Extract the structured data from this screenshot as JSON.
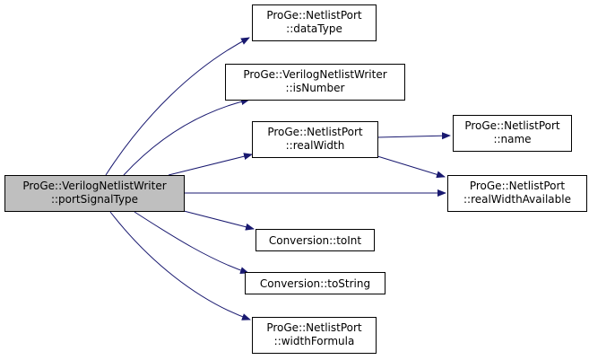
{
  "graph": {
    "colors": {
      "edge": "#191970",
      "node_border": "#000000",
      "node_fill": "#ffffff",
      "root_fill": "#bfbfbf",
      "background": "#ffffff"
    },
    "nodes": [
      {
        "id": "portSignalType",
        "line1": "ProGe::VerilogNetlistWriter",
        "line2": "::portSignalType",
        "root": true
      },
      {
        "id": "dataType",
        "line1": "ProGe::NetlistPort",
        "line2": "::dataType"
      },
      {
        "id": "isNumber",
        "line1": "ProGe::VerilogNetlistWriter",
        "line2": "::isNumber"
      },
      {
        "id": "realWidth",
        "line1": "ProGe::NetlistPort",
        "line2": "::realWidth"
      },
      {
        "id": "name",
        "line1": "ProGe::NetlistPort",
        "line2": "::name"
      },
      {
        "id": "realWidthAvailable",
        "line1": "ProGe::NetlistPort",
        "line2": "::realWidthAvailable"
      },
      {
        "id": "toInt",
        "line1": "Conversion::toInt",
        "line2": ""
      },
      {
        "id": "toString",
        "line1": "Conversion::toString",
        "line2": ""
      },
      {
        "id": "widthFormula",
        "line1": "ProGe::NetlistPort",
        "line2": "::widthFormula"
      }
    ],
    "edges": [
      {
        "from": "portSignalType",
        "to": "dataType"
      },
      {
        "from": "portSignalType",
        "to": "isNumber"
      },
      {
        "from": "portSignalType",
        "to": "realWidth"
      },
      {
        "from": "portSignalType",
        "to": "realWidthAvailable"
      },
      {
        "from": "portSignalType",
        "to": "toInt"
      },
      {
        "from": "portSignalType",
        "to": "toString"
      },
      {
        "from": "portSignalType",
        "to": "widthFormula"
      },
      {
        "from": "realWidth",
        "to": "name"
      },
      {
        "from": "realWidth",
        "to": "realWidthAvailable"
      }
    ]
  }
}
